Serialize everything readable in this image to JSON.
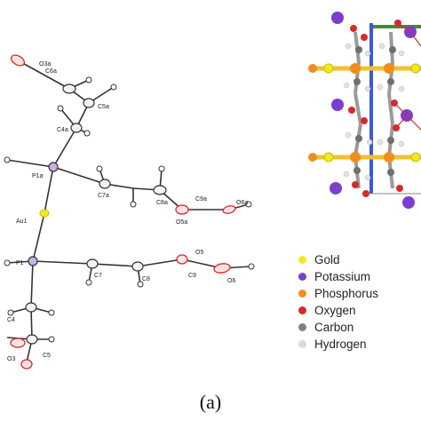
{
  "figure_caption": "(a)",
  "molecule_labels": [
    "O3a",
    "C6a",
    "C5a",
    "C4a",
    "P1a",
    "C7a",
    "C8a",
    "C9a",
    "O6a",
    "O5a",
    "Au1",
    "P1",
    "C7",
    "C8",
    "O5",
    "C9",
    "O6",
    "C4",
    "O3",
    "C5"
  ],
  "legend": [
    {
      "label": "Gold",
      "color": "#f2ea1e"
    },
    {
      "label": "Potassium",
      "color": "#7a3fd1"
    },
    {
      "label": "Phosphorus",
      "color": "#f28c1c"
    },
    {
      "label": "Oxygen",
      "color": "#d62b2b"
    },
    {
      "label": "Carbon",
      "color": "#808080"
    },
    {
      "label": "Hydrogen",
      "color": "#d9d9d9"
    }
  ],
  "unit_cell_colors": {
    "a_axis": "#4a8a2a",
    "b_axis": "#3a5bd6"
  }
}
